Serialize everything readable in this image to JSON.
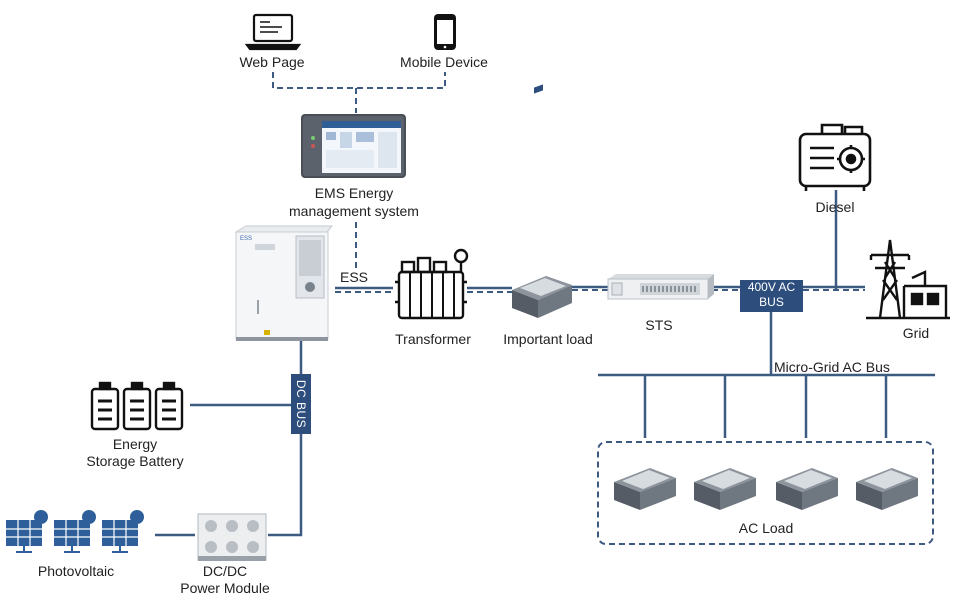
{
  "labels": {
    "web_page": "Web Page",
    "mobile_device": "Mobile Device",
    "ems_line1": "EMS Energy",
    "ems_line2": "management system",
    "ess": "ESS",
    "transformer": "Transformer",
    "important_load": "Important load",
    "sts": "STS",
    "bus_400v_line1": "400V AC",
    "bus_400v_line2": "BUS",
    "diesel": "Diesel",
    "grid": "Grid",
    "dc_bus": "DC BUS",
    "battery_line1": "Energy",
    "battery_line2": "Storage Battery",
    "micro_grid_bus": "Micro-Grid AC Bus",
    "ac_load": "AC Load",
    "photovoltaic": "Photovoltaic",
    "dcdc_line1": "DC/DC",
    "dcdc_line2": "Power Module"
  },
  "colors": {
    "line": "#3d5a80",
    "bus": "#2d4d7c",
    "dashed": "#3d5a80",
    "icon": "#111111",
    "pv_panel": "#2e5f9a"
  },
  "icons": [
    "laptop-icon",
    "smartphone-icon",
    "ems-panel-icon",
    "ess-cabinet-icon",
    "transformer-icon",
    "load-module-icon",
    "sts-rack-icon",
    "diesel-generator-icon",
    "grid-tower-icon",
    "battery-icon",
    "solar-panel-icon",
    "dcdc-module-icon"
  ]
}
